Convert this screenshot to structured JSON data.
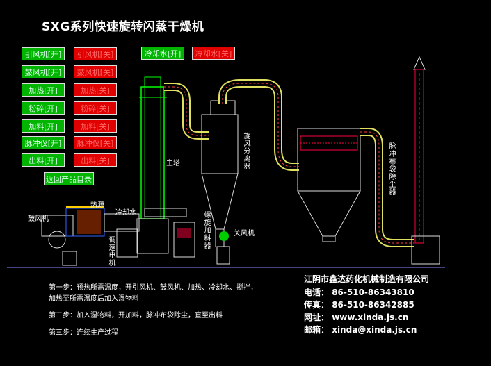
{
  "title": "SXG系列快速旋转闪蒸干燥机",
  "controls": [
    {
      "on": "引风机[开]",
      "off": "引风机[关]"
    },
    {
      "on": "鼓风机[开]",
      "off": "鼓风机[关]"
    },
    {
      "on": "加热[开]",
      "off": "加热[关]"
    },
    {
      "on": "粉碎[开]",
      "off": "粉碎[关]"
    },
    {
      "on": "加料[开]",
      "off": "加料[关]"
    },
    {
      "on": "脉冲仪[开]",
      "off": "脉冲仪[关]"
    },
    {
      "on": "出料[开]",
      "off": "出料[关]"
    }
  ],
  "cooling": {
    "on": "冷却水[开]",
    "off": "冷却水[关]"
  },
  "back_button": "返回产品目录",
  "labels": {
    "main_tower": "主塔",
    "heat_source": "热源",
    "blower": "鼓风机",
    "cooling_water": "冷却水",
    "cyclone": "旋风分离器",
    "screw_feeder": "螺旋加料器",
    "speed_motor": "调速电机",
    "exhaust_fan": "关风机",
    "bag_filter": "脉冲布袋除尘器"
  },
  "steps": [
    "第一步：预热所需温度，开引风机、鼓风机、加热、冷却水、搅拌，",
    "加热至所需温度后加入湿物料",
    "第二步：加入湿物料，开加料，脉冲布袋除尘，直至出料",
    "第三步：连续生产过程"
  ],
  "company": {
    "name": "江阴市鑫达药化机械制造有限公司",
    "phone_label": "电话：",
    "phone": "86-510-86343810",
    "fax_label": "传真：",
    "fax": "86-510-86342885",
    "web_label": "网址：",
    "web": "www.xinda.js.cn",
    "email_label": "邮箱：",
    "email": "xinda@xinda.js.cn"
  },
  "colors": {
    "on": "#00b400",
    "off": "#e00000",
    "pipe": "#e0e060",
    "tower": "#00ff00",
    "bag": "#ff0040"
  }
}
